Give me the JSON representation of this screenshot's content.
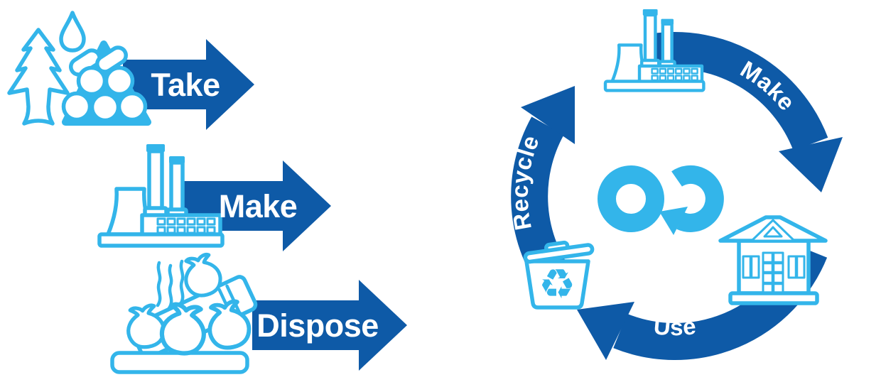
{
  "colors": {
    "dark_blue": "#0E5AA7",
    "light_blue": "#33B5EA",
    "label_text": "#FFFFFF",
    "background": "#FFFFFF"
  },
  "linear_economy": {
    "steps": [
      {
        "label": "Take",
        "icon": "natural-resources-icon"
      },
      {
        "label": "Make",
        "icon": "factory-icon"
      },
      {
        "label": "Dispose",
        "icon": "waste-pile-icon"
      }
    ]
  },
  "circular_economy": {
    "steps": [
      {
        "label": "Make",
        "icon": "factory-icon"
      },
      {
        "label": "Use",
        "icon": "house-icon"
      },
      {
        "label": "Recycle",
        "icon": "recycling-bin-icon"
      }
    ],
    "center_symbol": "infinity-loop-icon",
    "recycling_glyph": "♻"
  }
}
